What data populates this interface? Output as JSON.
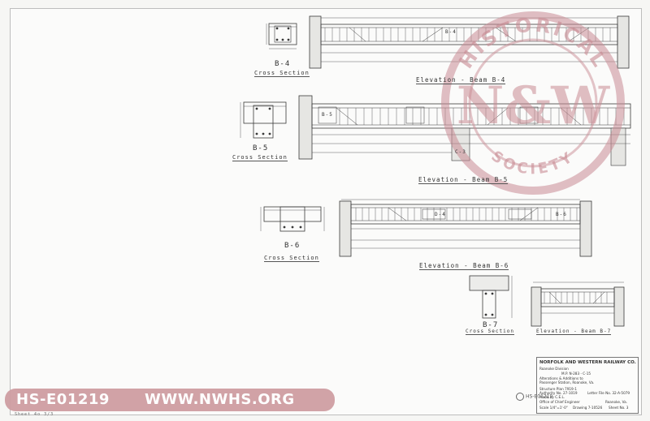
{
  "watermark": {
    "arc_text": "HISTORICAL",
    "monogram": "N&W",
    "bottom_text": "SOCIETY",
    "color": "#c98b93"
  },
  "drawings": {
    "b4_cross_label": "B-4",
    "b4_cross_caption": "Cross Section",
    "b4_elev_caption": "Elevation - Beam B-4",
    "b5_cross_label": "B-5",
    "b5_cross_caption": "Cross Section",
    "b5_elev_caption": "Elevation - Beam B-5",
    "b6_cross_label": "B-6",
    "b6_cross_caption": "Cross Section",
    "b6_elev_caption": "Elevation - Beam B-6",
    "b7_cross_label": "B-7",
    "b7_cross_caption": "Cross Section",
    "b7_elev_caption": "Elevation - Beam B-7",
    "tag_b4": "B-4",
    "tag_b5": "B-5",
    "tag_b6": "B-6",
    "tag_c3": "C-3",
    "tag_d4": "D-4"
  },
  "title_block": {
    "company": "NORFOLK AND WESTERN RAILWAY CO.",
    "division": "Roanoke Division",
    "line2": "M.P. N-283 - C-15",
    "line3": "Alterations & Additions to",
    "line4": "Passenger Station, Roanoke, Va.",
    "structure": "Structure Plan 7919-1",
    "authority": "Authority No. 27-1019",
    "letter_file": "Letter File No. 32-A-5079",
    "made_by": "Made by C.E.L.",
    "office": "Office of Chief Engineer",
    "city": "Roanoke, Va.",
    "scale": "Scale 1/4\"=1'-0\"",
    "drawing_no": "Drawing 7-10526",
    "sheet": "Sheet No. 3"
  },
  "banner": {
    "code": "HS-E01219",
    "site": "WWW.NWHS.ORG"
  },
  "stamp_code": "HS-E01219",
  "margin_note": "Sheet 4o 3/3"
}
